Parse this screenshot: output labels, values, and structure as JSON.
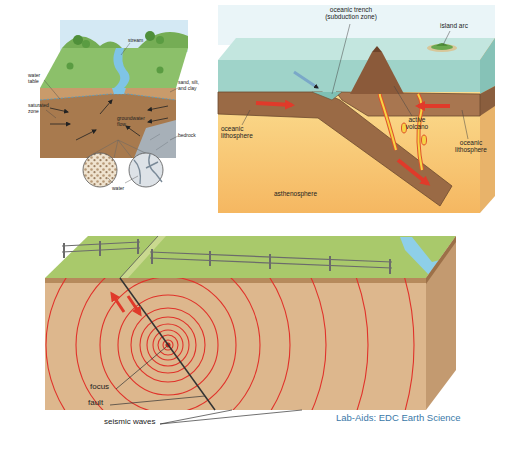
{
  "diagram": {
    "labels": [
      "water table",
      "saturated zone",
      "stream",
      "sand, silt, and clay",
      "groundwater flow",
      "bedrock",
      "water",
      "oceanic trench (subduction zone)",
      "island arc",
      "active volcano",
      "oceanic lithosphere",
      "oceanic lithosphere",
      "asthenosphere",
      "focus",
      "fault",
      "seismic waves",
      "Lab-Aids: EDC Earth Science"
    ]
  }
}
